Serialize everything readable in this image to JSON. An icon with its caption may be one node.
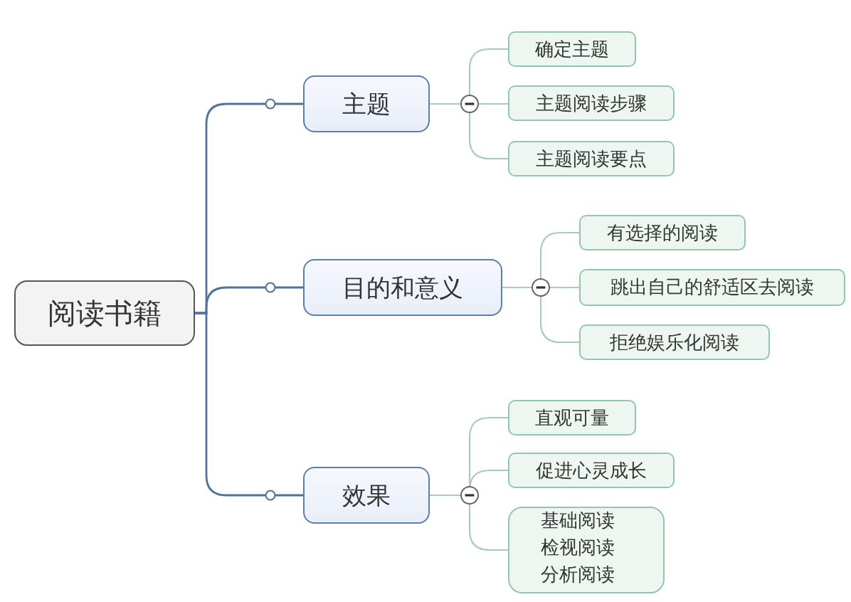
{
  "diagram": {
    "nodes": [
      {
        "text": [
          "阅读书籍"
        ]
      },
      {
        "text": [
          "主题"
        ]
      },
      {
        "text": [
          "确定主题"
        ]
      },
      {
        "text": [
          "主题阅读步骤"
        ]
      },
      {
        "text": [
          "主题阅读要点"
        ]
      },
      {
        "text": [
          "目的和意义"
        ]
      },
      {
        "text": [
          "有选择的阅读"
        ]
      },
      {
        "text": [
          "跳出自己的舒适区去阅读"
        ]
      },
      {
        "text": [
          "拒绝娱乐化阅读"
        ]
      },
      {
        "text": [
          "效果"
        ]
      },
      {
        "text": [
          "直观可量"
        ]
      },
      {
        "text": [
          "促进心灵成长"
        ]
      },
      {
        "text": [
          "基础阅读",
          "检视阅读",
          "分析阅读"
        ]
      }
    ],
    "edges": [
      {
        "from": 0,
        "to": 1,
        "arrow": "none",
        "color": "#4f7399"
      },
      {
        "from": 0,
        "to": 5,
        "arrow": "none",
        "color": "#4f7399"
      },
      {
        "from": 0,
        "to": 9,
        "arrow": "none",
        "color": "#4f7399"
      },
      {
        "from": 1,
        "to": 2,
        "arrow": "none"
      },
      {
        "from": 1,
        "to": 3,
        "arrow": "none"
      },
      {
        "from": 1,
        "to": 4,
        "arrow": "none"
      },
      {
        "from": 5,
        "to": 6,
        "arrow": "none"
      },
      {
        "from": 5,
        "to": 7,
        "arrow": "none"
      },
      {
        "from": 5,
        "to": 8,
        "arrow": "none"
      },
      {
        "from": 9,
        "to": 10,
        "arrow": "none"
      },
      {
        "from": 9,
        "to": 11,
        "arrow": "none"
      },
      {
        "from": 9,
        "to": 12,
        "arrow": "none"
      }
    ]
  }
}
